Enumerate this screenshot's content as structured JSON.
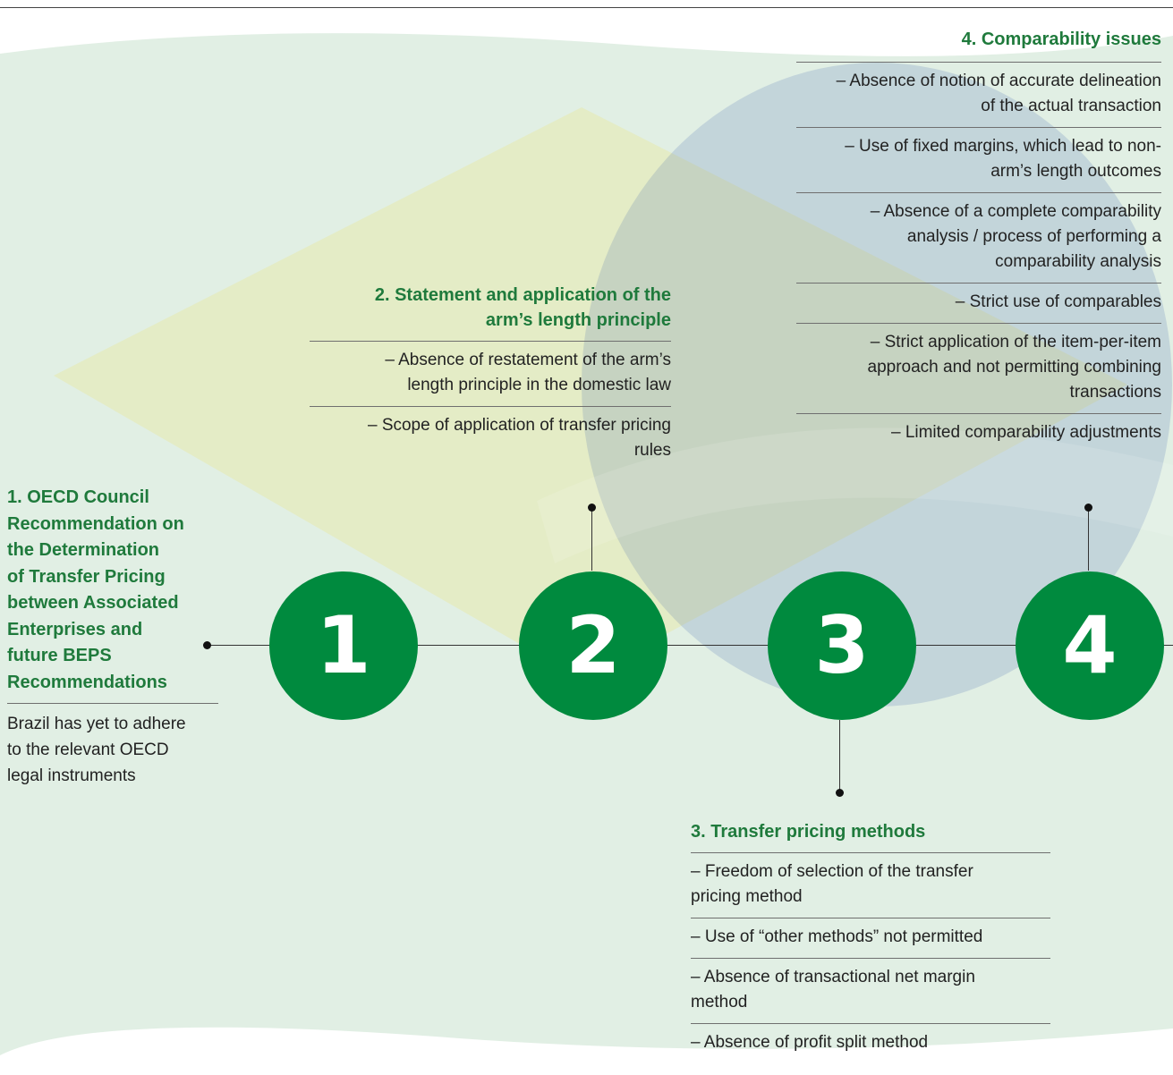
{
  "colors": {
    "accent_green": "#008a3e",
    "heading_green": "#1f7a3c",
    "text": "#222222"
  },
  "steps": [
    {
      "number": "1"
    },
    {
      "number": "2"
    },
    {
      "number": "3"
    },
    {
      "number": "4"
    }
  ],
  "section1": {
    "heading": "1. OECD Council Recommendation on the Determination of Transfer Pricing between Associated Enterprises and future BEPS Recommendations",
    "heading_lines": [
      "1. OECD Council",
      "Recommendation on",
      "the Determination",
      "of Transfer Pricing",
      "between Associated",
      "Enterprises and",
      "future BEPS",
      "Recommendations"
    ],
    "body_lines": [
      "Brazil has yet to adhere",
      "to the relevant OECD",
      "legal instruments"
    ]
  },
  "section2": {
    "heading_lines": [
      "2. Statement and application of the",
      "arm’s length principle"
    ],
    "items": [
      [
        "– Absence of restatement of the arm’s",
        "length principle in the domestic law"
      ],
      [
        "– Scope of application of transfer pricing",
        "rules"
      ]
    ]
  },
  "section3": {
    "heading": "3. Transfer pricing methods",
    "items": [
      [
        "– Freedom of selection of the transfer",
        "pricing method"
      ],
      [
        "– Use of “other methods” not permitted"
      ],
      [
        "– Absence of transactional net margin",
        "method"
      ],
      [
        "– Absence of profit split method"
      ]
    ]
  },
  "section4": {
    "heading": "4. Comparability issues",
    "items": [
      [
        "– Absence of notion of accurate delineation",
        "of the actual transaction"
      ],
      [
        "– Use of fixed margins, which lead to non-",
        "arm’s length outcomes"
      ],
      [
        "– Absence of a complete comparability",
        "analysis / process of performing a",
        "comparability analysis"
      ],
      [
        "– Strict use of comparables"
      ],
      [
        "– Strict application of the item-per-item",
        "approach and not permitting combining",
        "transactions"
      ],
      [
        "– Limited comparability adjustments"
      ]
    ]
  }
}
